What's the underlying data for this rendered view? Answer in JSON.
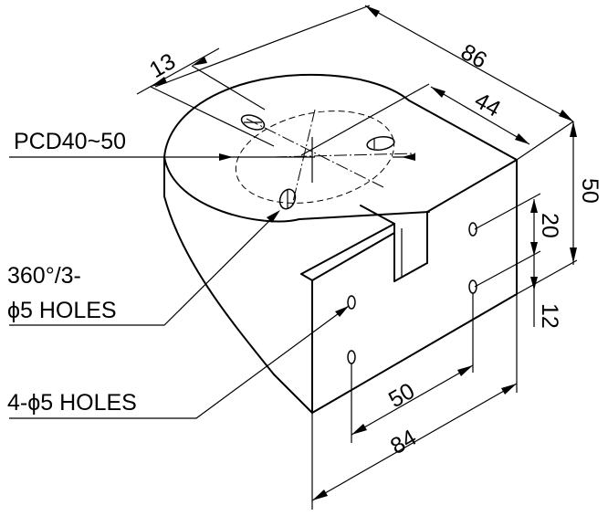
{
  "dimensions": {
    "d13": "13",
    "d86": "86",
    "d44": "44",
    "d50_right": "50",
    "d20": "20",
    "d12": "12",
    "d50_bottom": "50",
    "d84": "84"
  },
  "callouts": {
    "pcd": "PCD40~50",
    "holes3_line1": "360°/3-",
    "holes3_line2": "ϕ5 HOLES",
    "holes4": "4-ϕ5 HOLES"
  }
}
